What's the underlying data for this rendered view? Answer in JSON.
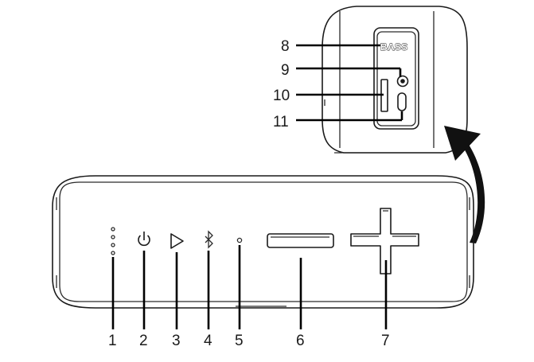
{
  "callouts": {
    "c1": "1",
    "c2": "2",
    "c3": "3",
    "c4": "4",
    "c5": "5",
    "c6": "6",
    "c7": "7",
    "c8": "8",
    "c9": "9",
    "c10": "10",
    "c11": "11"
  },
  "panel": {
    "bass_label": "BASS"
  },
  "icons": {
    "battery_leds": "battery-led-icon",
    "power": "power-icon",
    "play": "play-icon",
    "bluetooth": "bluetooth-icon",
    "mic": "microphone-hole-icon",
    "minus": "volume-minus-icon",
    "plus": "volume-plus-icon",
    "audio": "aux-jack-icon",
    "usb": "usb-port-icon",
    "arrow": "curved-arrow-icon"
  },
  "colors": {
    "line": "#1a1a1a",
    "background": "#ffffff",
    "arrow": "#111111"
  }
}
